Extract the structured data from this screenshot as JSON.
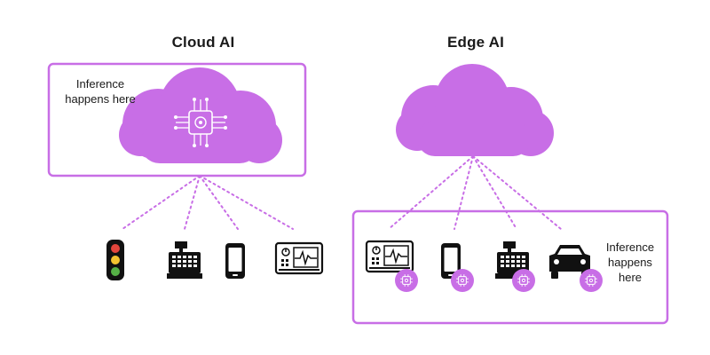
{
  "cloud_panel": {
    "title": "Cloud AI",
    "inference_note_line1": "Inference",
    "inference_note_line2": "happens here",
    "devices": [
      "traffic-light-icon",
      "cash-register-icon",
      "smartphone-icon",
      "monitor-device-icon"
    ]
  },
  "edge_panel": {
    "title": "Edge AI",
    "inference_note_line1": "Inference",
    "inference_note_line2": "happens",
    "inference_note_line3": "here",
    "devices": [
      "monitor-device-icon",
      "smartphone-icon",
      "cash-register-icon",
      "car-icon"
    ],
    "chip_badge": "chip-badge-icon"
  },
  "colors": {
    "accent": "#c86ee6",
    "accent_light": "#d48bef",
    "icon": "#111111",
    "traffic_red": "#e2453c",
    "traffic_yellow": "#f2c230",
    "traffic_green": "#55b046"
  }
}
